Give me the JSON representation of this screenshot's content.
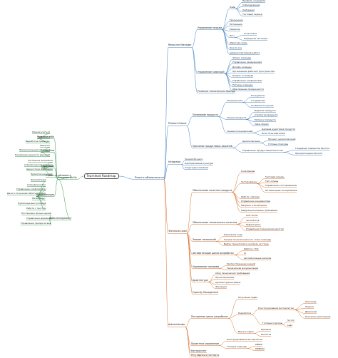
{
  "root": "Teamlead Roadmap",
  "colors": {
    "right": "#3f7fbf",
    "left": "#2f9a4a",
    "lower": "#d9722f",
    "root_border": "#555555"
  },
  "nodes": {
    "roles": "Роли и обязанности",
    "resource_manager": "Resource Manager",
    "people_mgmt": "Управление людьми",
    "hiring": "Найм",
    "hiring_1": "Профиль кандидата",
    "hiring_2": "Собеседование",
    "hiring_3": "Онбординг",
    "hiring_4": "Тестовый период",
    "dismissal": "Увольнение",
    "motivation": "Мотивация",
    "development": "Развитие",
    "growth": "Рост",
    "growth_1": "Ассессмент",
    "growth_2": "Карьерная лестница",
    "feedback": "Обратная связь",
    "one_on_one": "One-to-one",
    "admin_work": "Административная работа",
    "team_mgmt": "Управление командой",
    "team_1": "Запуск команды",
    "team_2": "Управление изменениями",
    "team_3": "Дизайн команды",
    "team_4": "Организация рабочего пространства",
    "team_5": "Климат в команде",
    "team_6": "Управление конфликтами",
    "team_7": "Ритуалы команды",
    "team_8": "Обеспечение прозрачности",
    "tech_brand": "Развитие технического бренда",
    "product_owner": "Product Owner",
    "product_understanding": "Понимание продукта",
    "market_knowledge": "Знание рынка",
    "mk_1": "Конкуренты",
    "mk_2": "Государство",
    "mk_3": "Особенности рынка",
    "product_knowledge": "Знание продукта",
    "pk_1": "Видение продукта",
    "pk_2": "Стратегия продукта",
    "pk_3": "Метрики продукта",
    "pk_4": "Value stream",
    "users_knowledge": "Знание пользователей",
    "uk_1": "Целевая аудитория продукта",
    "uk_2": "Боли пользователей",
    "decisions": "Принятие продуктовых решений",
    "goal_setting": "Целеполагание",
    "gs_1": "Процесс целеполагания",
    "gs_2": "Готовые подходы",
    "backlog": "Управление продуктовым бэклогом",
    "bl_1": "Генерация элементов бэклога",
    "bl_2": "Приоритизация бэклога",
    "integrator": "Integrator",
    "int_1": "Знание бизнеса",
    "int_2": "Корпоративная культура",
    "int_3": "Структура компании",
    "tech_lead": "Technical Lead",
    "quality": "Обеспечение качества продукта",
    "q_1": "Code Review",
    "testing": "Тестирование",
    "t_1": "Тестовая модель",
    "t_2": "Тест-планы",
    "t_3": "Управление тестированием",
    "t_4": "Оптимизация тестирования",
    "bugs": "Работа с багами",
    "incidents": "Управление инцидентами",
    "metrics": "Метрики и мониторинг",
    "nfr": "Нефункциональные требования",
    "tech_quality": "Обеспечение технического качества",
    "tq_1": "Unit-тесты",
    "tq_2": "Чистый код",
    "tq_3": "Рефакторинг",
    "tq_4": "Управление техническим долгом",
    "tech_knowledge": "Знание технологий",
    "tk_1": "Написание кода",
    "tk_2": "Знание технологического стека команды",
    "tk_3": "Выбор технологий и контроль их стека",
    "automation": "Автоматизация цикла разработки",
    "au_1": "Работа с VCS",
    "au_2": "CI",
    "au_3": "Автоматизация релизов",
    "knowledge_mgmt": "Управление знаниями",
    "km_1": "Распространение знаний",
    "km_2": "Техническая документация",
    "architecture": "Архитектура",
    "ar_1": "Сбор технических требований",
    "ar_2": "Проектирование",
    "ar_3": "Архитектурные ревью",
    "ar_4": "Эволюция",
    "capacity": "Capacity Management",
    "administrator": "Administrator",
    "dev_cycle": "Построение цикла разработки",
    "task_receiving": "Получение задач",
    "dev_process": "Разработка",
    "methodology": "Конструирование методологии",
    "m_1": "Описание",
    "m_2": "Оценка",
    "m_3": "Движение",
    "m_4": "Контроль выполнения",
    "ready_approaches": "Готовые подходы",
    "ra_1": "Scrum",
    "ra_2": "Lean",
    "release": "Выпуск задач",
    "re_1": "Приемка",
    "re_2": "Раскатка",
    "project_mgmt": "Проектное управление",
    "pm_method": "Конструирование методологии",
    "pm_ready": "Готовые подходы",
    "pm_1": "PMBoK",
    "pm_2": "PRINCE2",
    "contracting": "Контрактинг",
    "regular_reports": "Регулярная отчетность",
    "persona_skills": "Persona Skills",
    "self_dev": "Развитие себя",
    "sd_1": "Умение учиться",
    "sd_2": "Рефлексия",
    "sd_3": "Выработка привычек",
    "relations": "Отношения",
    "rel_1": "Эмпатия",
    "rel_2": "Эмоциональный интеллект",
    "rel_3": "Понимание ценности решений",
    "thinking": "Мышление",
    "th_1": "Системное мышление",
    "th_2": "Стратегическое видение",
    "th_3": "Ценностное мышление",
    "th_4": "Принятие решений",
    "stress": "Стресс-устойчивость",
    "communication": "Коммуникация",
    "co_1": "Фасилитация",
    "co_2": "Сотрудничество",
    "co_3": "Управление конфликтами",
    "co_4": "Дача и получение обратной связи",
    "co_5": "Нетворкинг",
    "co_6": "Публичные выступления",
    "co_7": "Работа с текстом",
    "time_mgmt": "Тайм-менеджмент",
    "tm_1": "Постановка личных целей",
    "tm_2": "Управление временем",
    "tm_3": "Управление приоритетами"
  }
}
